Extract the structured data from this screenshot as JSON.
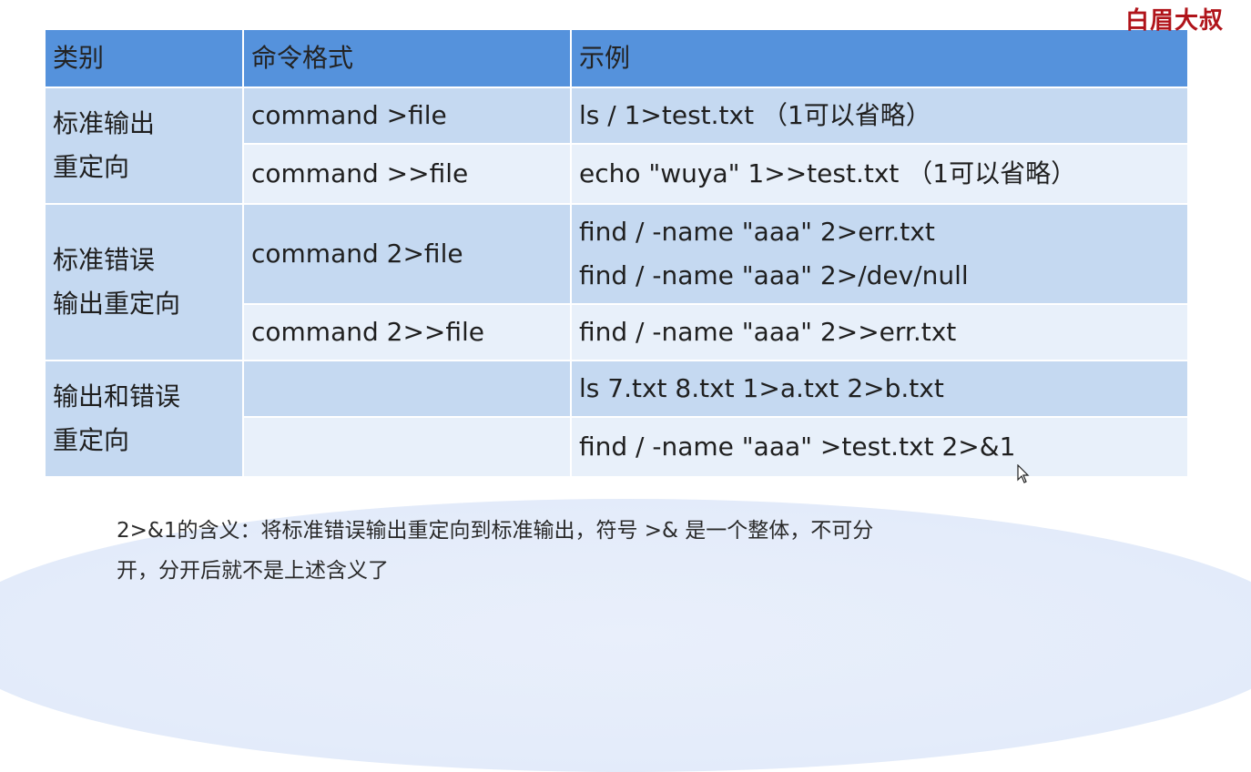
{
  "brand": "白眉大叔",
  "table": {
    "headers": [
      "类别",
      "命令格式",
      "示例"
    ],
    "groups": [
      {
        "category": [
          "标准输出",
          "重定向"
        ],
        "rows": [
          {
            "command": "command >file",
            "examples": [
              "ls / 1>test.txt （1可以省略）"
            ]
          },
          {
            "command": "command >>file",
            "examples": [
              "echo \"wuya\" 1>>test.txt （1可以省略）"
            ]
          }
        ]
      },
      {
        "category": [
          "标准错误",
          "输出重定向"
        ],
        "rows": [
          {
            "command": "command 2>file",
            "examples": [
              "find / -name \"aaa\"  2>err.txt",
              "find / -name \"aaa\" 2>/dev/null"
            ]
          },
          {
            "command": "command 2>>file",
            "examples": [
              "find / -name \"aaa\"  2>>err.txt"
            ]
          }
        ]
      },
      {
        "category": [
          "输出和错误",
          "重定向"
        ],
        "rows": [
          {
            "command": "",
            "examples": [
              "ls 7.txt 8.txt 1>a.txt 2>b.txt"
            ]
          },
          {
            "command": "",
            "examples": [
              "find / -name \"aaa\" >test.txt 2>&1"
            ]
          }
        ]
      }
    ]
  },
  "note": [
    "2>&1的含义：将标准错误输出重定向到标准输出，符号 >& 是一个整体，不可分",
    "开，分开后就不是上述含义了"
  ],
  "colors": {
    "header": "#5592dc",
    "row_light": "#c5d9f1",
    "row_pale": "#e8f0fa",
    "brand": "#b0141a"
  }
}
